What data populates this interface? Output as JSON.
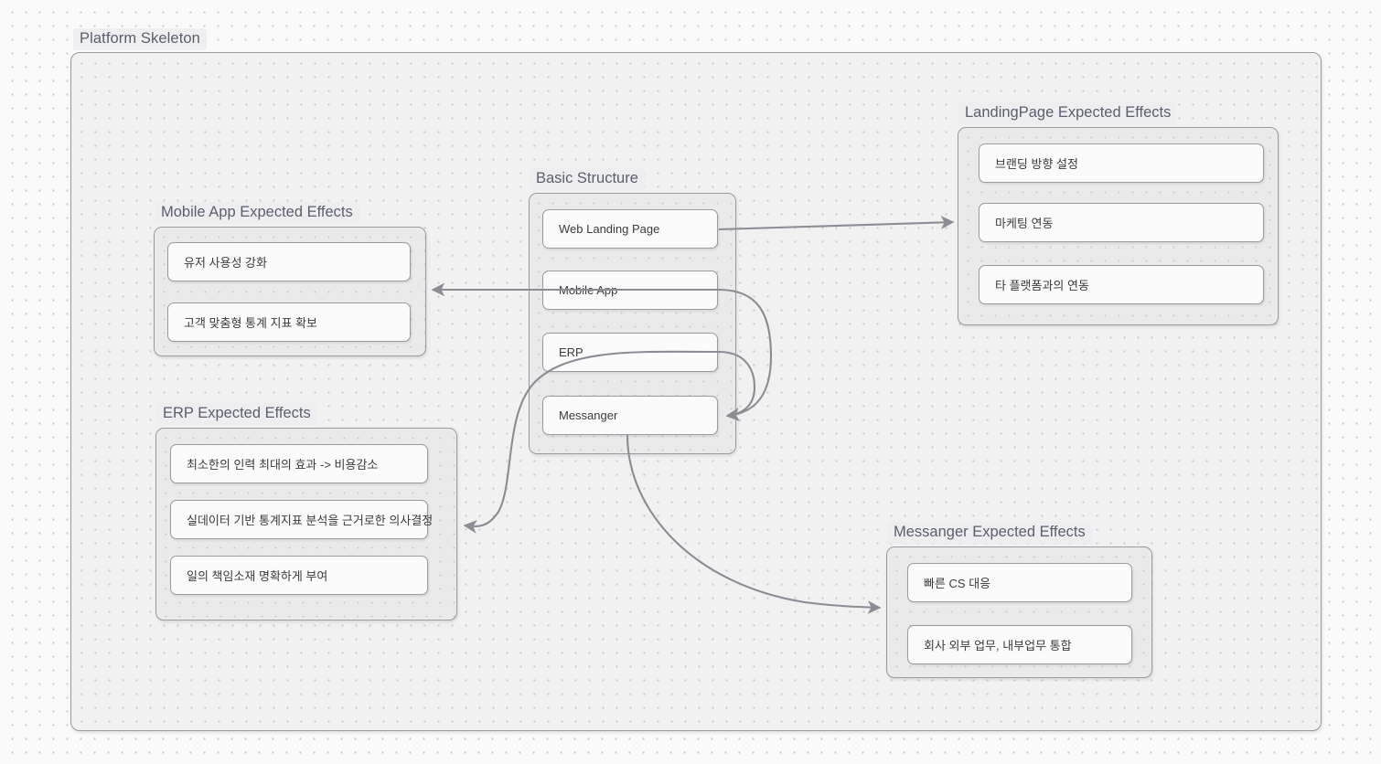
{
  "page": {
    "title": "Platform Skeleton",
    "background_color": "#fafafa",
    "frame_fill": "#f1f1f1",
    "group_fill": "#eaeaea",
    "card_fill": "#fbfbfb",
    "border_color": "#9a9aa4",
    "title_color": "#5a5e6e",
    "card_text_color": "#3b3b3b",
    "connector_color": "#8c8c94"
  },
  "groups": {
    "basic_structure": {
      "label": "Basic Structure",
      "cards": [
        {
          "label": "Web Landing Page"
        },
        {
          "label": "Mobile App"
        },
        {
          "label": "ERP"
        },
        {
          "label": "Messanger"
        }
      ]
    },
    "landing_page_effects": {
      "label": "LandingPage Expected Effects",
      "cards": [
        {
          "label": "브랜딩 방향 설정"
        },
        {
          "label": "마케팅 연동"
        },
        {
          "label": "타 플랫폼과의 연동"
        }
      ]
    },
    "mobile_app_effects": {
      "label": "Mobile App Expected Effects",
      "cards": [
        {
          "label": "유저 사용성 강화"
        },
        {
          "label": "고객 맞춤형 통계 지표 확보"
        }
      ]
    },
    "erp_effects": {
      "label": "ERP Expected Effects",
      "cards": [
        {
          "label": "최소한의 인력 최대의 효과 -> 비용감소"
        },
        {
          "label": "실데이터 기반 통계지표 분석을 근거로한 의사결정"
        },
        {
          "label": "일의 책임소재 명확하게 부여"
        }
      ]
    },
    "messanger_effects": {
      "label": "Messanger Expected Effects",
      "cards": [
        {
          "label": "빠른 CS 대응"
        },
        {
          "label": "회사 외부 업무, 내부업무 통합"
        }
      ]
    }
  },
  "connectors": [
    {
      "name": "web-landing-page-to-landingpage-effects",
      "from": "Web Landing Page",
      "to": "LandingPage Expected Effects"
    },
    {
      "name": "mobile-app-to-mobile-app-effects",
      "from": "Mobile App",
      "to": "Mobile App Expected Effects"
    },
    {
      "name": "erp-to-erp-effects",
      "from": "ERP",
      "to": "ERP Expected Effects"
    },
    {
      "name": "mobile-app-to-messanger",
      "from": "Mobile App",
      "to": "Messanger"
    },
    {
      "name": "erp-to-messanger",
      "from": "ERP",
      "to": "Messanger"
    },
    {
      "name": "messanger-to-messanger-effects",
      "from": "Messanger",
      "to": "Messanger Expected Effects"
    }
  ]
}
